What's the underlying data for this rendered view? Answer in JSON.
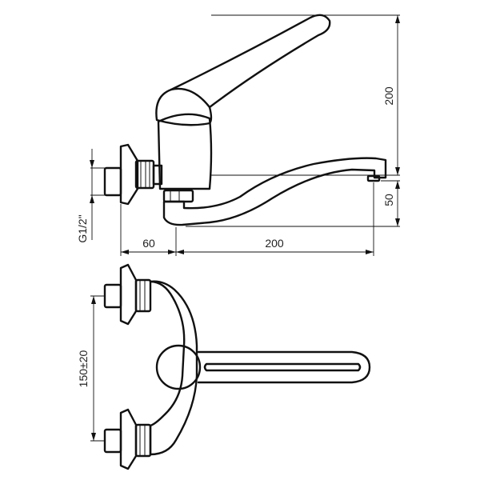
{
  "dimensions": {
    "height_total": "200",
    "spout_height": "50",
    "thread": "G1/2\"",
    "wall_offset": "60",
    "spout_reach": "200",
    "inlet_spacing": "150±20"
  },
  "colors": {
    "line": "#111111",
    "background": "#ffffff"
  }
}
